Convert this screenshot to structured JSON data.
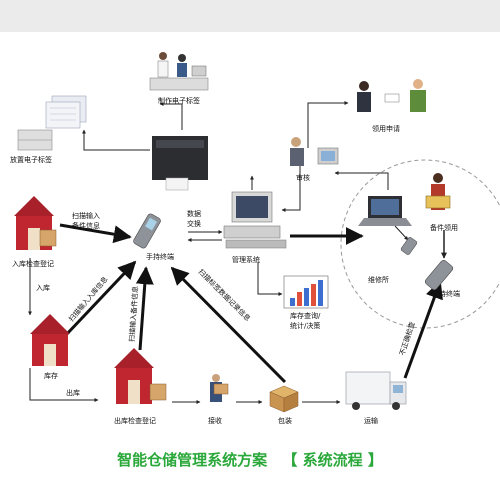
{
  "title": "智能仓储管理系统方案",
  "title_bracket": "【 系统流程 】",
  "nodes": {
    "print_labels": "制作电子标签",
    "place_labels": "放置电子标签",
    "apply": "领用申请",
    "audit": "审核",
    "handheld": "手持终端",
    "mgmt_system": "管理系统",
    "data_exchange_1": "数据",
    "data_exchange_2": "交换",
    "scan_input_1": "扫描输入",
    "scan_input_2": "备件信息",
    "inbound_check": "入库检查登记",
    "inbound": "入库",
    "storage": "库存",
    "outbound": "出库",
    "outbound_check": "出库检查登记",
    "receive": "接收",
    "package": "包装",
    "transport": "运输",
    "query_1": "库存查询/",
    "query_2": "统计/决策",
    "repair_station": "维修所",
    "parts_use": "备件领用",
    "handheld_2": "手持终端",
    "unqualified_check": "不正确检查",
    "diag_scan_inbound": "扫描输入入库信息",
    "diag_scan_outbound": "扫描输入备件信息",
    "diag_scan_label": "扫描标签数据记录信息"
  }
}
